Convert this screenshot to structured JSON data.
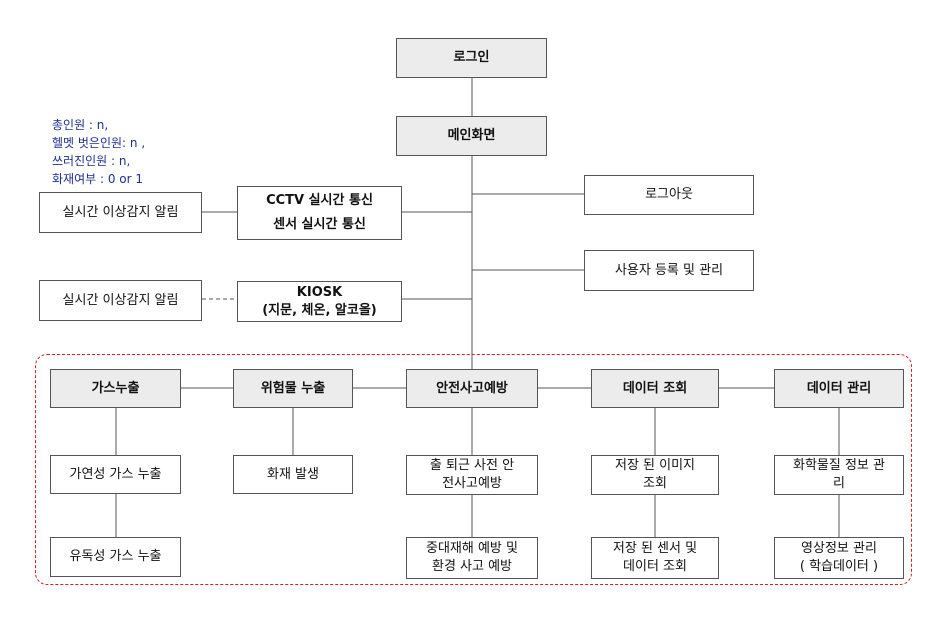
{
  "nodes": {
    "login": "로그인",
    "main_screen": "메인화면",
    "logout": "로그아웃",
    "user_mgmt": "사용자 등록 및 관리",
    "cctv": [
      "CCTV 실시간 통신",
      "센서 실시간 통신"
    ],
    "kiosk": [
      "KIOSK",
      "(지문, 체온, 알코올)"
    ],
    "alert_cctv": "실시간 이상감지 알림",
    "alert_kiosk": "실시간 이상감지 알림",
    "gas_leak": "가스누출",
    "hazard_leak": "위험물 누출",
    "accident_prevention": "안전사고예방",
    "data_view": "데이터 조회",
    "data_mgmt": "데이터 관리",
    "flammable_gas": "가연성 가스 누출",
    "toxic_gas": "유독성 가스 누출",
    "fire": "화재 발생",
    "commute_prevention": [
      "출 퇴근 사전 안",
      "전사고예방"
    ],
    "disaster_prevention": [
      "중대재해 예방 및",
      "환경 사고 예방"
    ],
    "stored_images": [
      "저장 된 이미지",
      "조회"
    ],
    "stored_sensor": [
      "저장 된 센서 및",
      "데이터 조회"
    ],
    "chemical_info": [
      "화학물질 정보 관",
      "리"
    ],
    "video_info": [
      "영상정보 관리",
      "( 학습데이터 )"
    ]
  },
  "status_note": [
    "총인원 : n,",
    "헬멧 벗은인원: n ,",
    "쓰러진인원 : n,",
    "화재여부 : 0 or 1"
  ],
  "colors": {
    "box_border": "#555555",
    "header_fill": "#ececec",
    "connector": "#555555",
    "group_frame": "#cc2222",
    "note_text": "#1f2f8f"
  }
}
